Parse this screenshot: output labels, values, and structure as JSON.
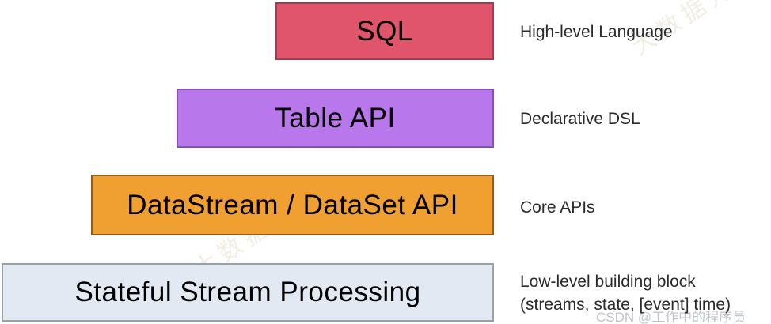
{
  "layers": [
    {
      "label": "SQL",
      "description_lines": [
        "High-level Language"
      ],
      "fill": "#e0546c",
      "border": "#a13c53"
    },
    {
      "label": "Table API",
      "description_lines": [
        "Declarative DSL"
      ],
      "fill": "#b877ea",
      "border": "#8a4fb5"
    },
    {
      "label": "DataStream / DataSet API",
      "description_lines": [
        "Core APIs"
      ],
      "fill": "#f0a030",
      "border": "#8f5c24"
    },
    {
      "label": "Stateful Stream Processing",
      "description_lines": [
        "Low-level building block",
        "(streams, state, [event] time)"
      ],
      "fill": "#e3e9f3",
      "border": "#9aa0aa"
    }
  ],
  "watermarks": {
    "diagonal_text": "大数据开发",
    "diagonal_color": "#cfc9ae",
    "corner_text": "CSDN @工作中的程序员",
    "corner_color": "#b4bac4"
  }
}
